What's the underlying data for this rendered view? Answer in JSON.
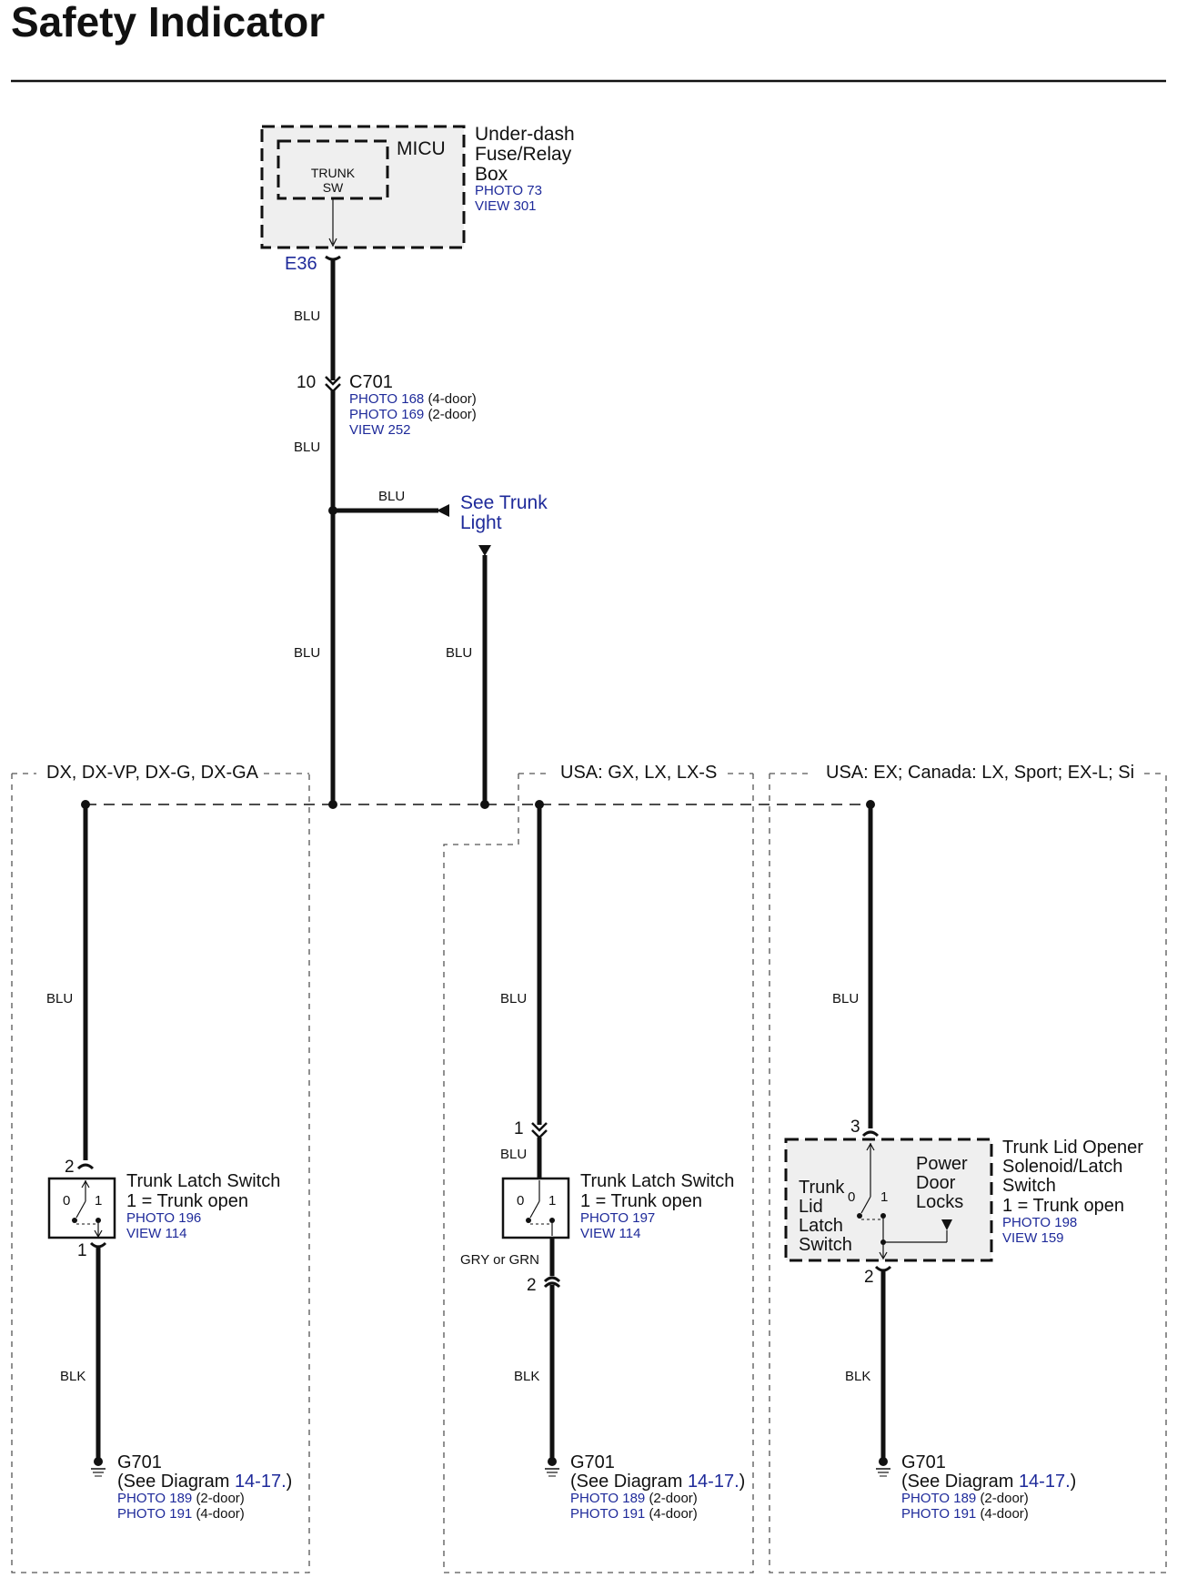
{
  "title": "Safety Indicator",
  "micu": {
    "label": "MICU",
    "switch_line1": "TRUNK",
    "switch_line2": "SW",
    "box_name_line1": "Under-dash",
    "box_name_line2": "Fuse/Relay",
    "box_name_line3": "Box",
    "photo": "PHOTO 73",
    "view": "VIEW 301",
    "connector": "E36"
  },
  "c701": {
    "pin": "10",
    "name": "C701",
    "photo_a": "PHOTO 168",
    "photo_a_note": "(4-door)",
    "photo_b": "PHOTO 169",
    "photo_b_note": "(2-door)",
    "view": "VIEW 252"
  },
  "trunk_light": {
    "line1": "See Trunk",
    "line2": "Light"
  },
  "wire_colors": {
    "blu": "BLU",
    "blk": "BLK",
    "gry_grn": "GRY or GRN"
  },
  "regions": [
    {
      "label": "DX, DX-VP, DX-G, DX-GA",
      "switch": {
        "name": "Trunk Latch Switch",
        "state": "1 = Trunk open",
        "photo": "PHOTO 196",
        "view": "VIEW 114",
        "pos0": "0",
        "pos1": "1",
        "pin_top": "2",
        "pin_bottom": "1"
      }
    },
    {
      "label": "USA: GX, LX, LX-S",
      "switch": {
        "name": "Trunk Latch Switch",
        "state": "1 = Trunk open",
        "photo": "PHOTO 197",
        "view": "VIEW 114",
        "pos0": "0",
        "pos1": "1",
        "pin_top": "1",
        "pin_bottom": "2"
      }
    },
    {
      "label": "USA: EX; Canada: LX, Sport; EX-L; Si",
      "switch": {
        "name_line1": "Trunk Lid Opener",
        "name_line2": "Solenoid/Latch",
        "name_line3": "Switch",
        "state": "1 = Trunk open",
        "photo": "PHOTO 198",
        "view": "VIEW 159",
        "pos0": "0",
        "pos1": "1",
        "pin_top": "3",
        "pin_bottom": "2",
        "inner_left_line1": "Trunk",
        "inner_left_line2": "Lid",
        "inner_left_line3": "Latch",
        "inner_left_line4": "Switch",
        "inner_right_line1": "Power",
        "inner_right_line2": "Door",
        "inner_right_line3": "Locks"
      }
    }
  ],
  "ground": {
    "name": "G701",
    "see_prefix": "(See Diagram ",
    "see_ref": "14-17.",
    "see_suffix": ")",
    "photo_a": "PHOTO 189",
    "photo_a_note": "(2-door)",
    "photo_b": "PHOTO 191",
    "photo_b_note": "(4-door)"
  },
  "colors": {
    "link_blue": "#1e2a9a",
    "box_gray": "#efefef"
  }
}
